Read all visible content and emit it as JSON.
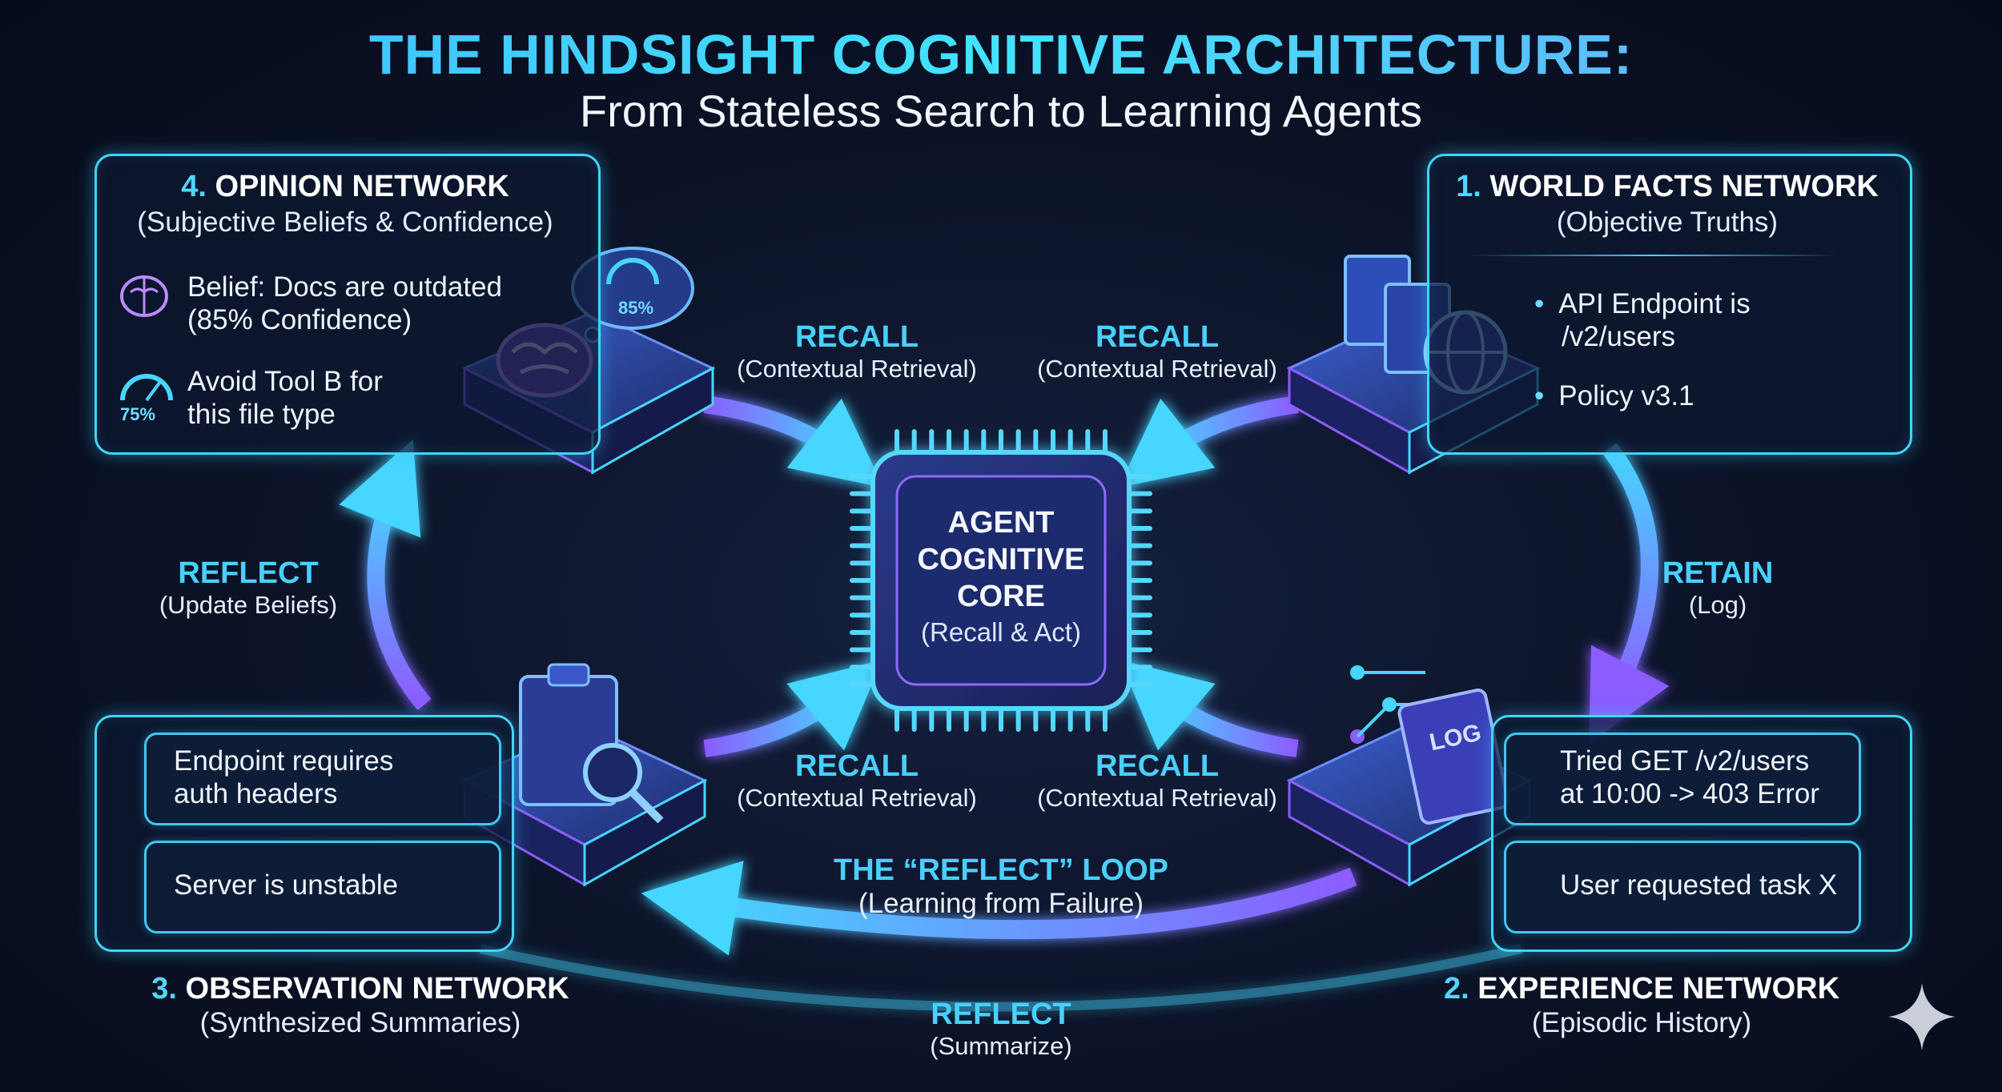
{
  "title": "THE HINDSIGHT COGNITIVE ARCHITECTURE:",
  "subtitle": "From Stateless Search to Learning Agents",
  "core": {
    "line1": "AGENT",
    "line2": "COGNITIVE",
    "line3": "CORE",
    "sub": "(Recall & Act)"
  },
  "networks": {
    "opinion": {
      "num": "4.",
      "name": "OPINION NETWORK",
      "sub": "(Subjective Beliefs & Confidence)",
      "items": [
        {
          "line1": "Belief: Docs are outdated",
          "line2": "(85% Confidence)"
        },
        {
          "line1": "Avoid Tool B for",
          "line2": "this file type",
          "gauge": "75%"
        }
      ],
      "gauge_label": "85%"
    },
    "world_facts": {
      "num": "1.",
      "name": "WORLD FACTS NETWORK",
      "sub": "(Objective Truths)",
      "items": [
        {
          "line1": "API Endpoint is",
          "line2": "/v2/users"
        },
        {
          "line1": "Policy v3.1"
        }
      ]
    },
    "observation": {
      "num": "3.",
      "name": "OBSERVATION NETWORK",
      "sub": "(Synthesized Summaries)",
      "items": [
        {
          "line1": "Endpoint requires",
          "line2": "auth headers"
        },
        {
          "line1": "Server is unstable"
        }
      ]
    },
    "experience": {
      "num": "2.",
      "name": "EXPERIENCE NETWORK",
      "sub": "(Episodic History)",
      "items": [
        {
          "line1": "Tried GET /v2/users",
          "line2": "at 10:00 -> 403 Error"
        },
        {
          "line1": "User requested task X"
        }
      ],
      "book_label": "LOG"
    }
  },
  "flows": {
    "recall_tl": {
      "main": "RECALL",
      "sub": "(Contextual Retrieval)"
    },
    "recall_tr": {
      "main": "RECALL",
      "sub": "(Contextual Retrieval)"
    },
    "recall_bl": {
      "main": "RECALL",
      "sub": "(Contextual Retrieval)"
    },
    "recall_br": {
      "main": "RECALL",
      "sub": "(Contextual Retrieval)"
    },
    "reflect_left": {
      "main": "REFLECT",
      "sub": "(Update Beliefs)"
    },
    "retain": {
      "main": "RETAIN",
      "sub": "(Log)"
    },
    "reflect_loop": {
      "main": "THE “REFLECT” LOOP",
      "sub": "(Learning from Failure)"
    },
    "reflect_bottom": {
      "main": "REFLECT",
      "sub": "(Summarize)"
    }
  },
  "colors": {
    "cyan": "#44d4f7",
    "violet": "#8a5cff",
    "title_cyan": "#3fb4ff"
  }
}
